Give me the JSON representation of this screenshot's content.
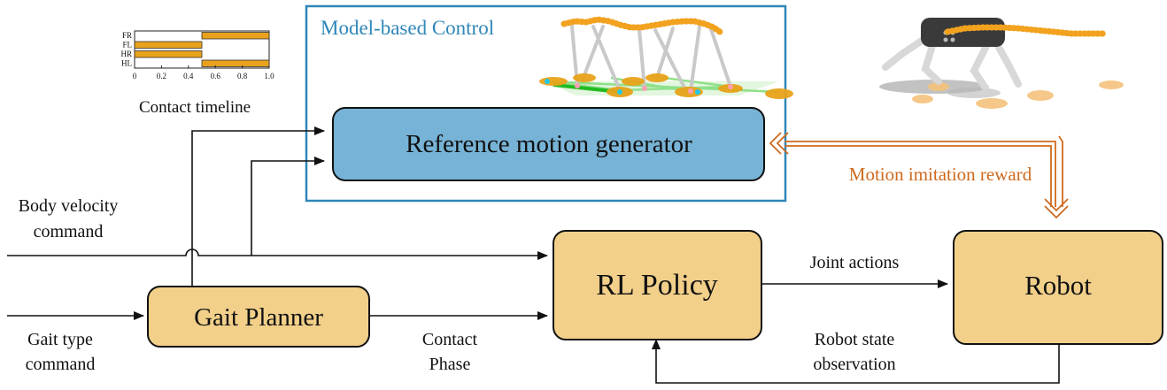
{
  "timeline": {
    "legs": [
      "FR",
      "FL",
      "HR",
      "HL"
    ],
    "ticks": [
      "0",
      "0.2",
      "0.4",
      "0.6",
      "0.8",
      "1.0"
    ],
    "stance": [
      [
        0.5,
        1.0
      ],
      [
        0.0,
        0.5
      ],
      [
        0.0,
        0.5
      ],
      [
        0.5,
        1.0
      ]
    ],
    "caption": "Contact timeline"
  },
  "mbc": {
    "title": "Model-based Control"
  },
  "blocks": {
    "ref_gen": "Reference motion generator",
    "rl_policy": "RL Policy",
    "robot": "Robot",
    "gait_planner": "Gait Planner"
  },
  "labels": {
    "body_velocity_1": "Body velocity",
    "body_velocity_2": "command",
    "gait_type_1": "Gait type",
    "gait_type_2": "command",
    "contact_1": "Contact",
    "contact_2": "Phase",
    "joint_actions": "Joint actions",
    "robot_state_1": "Robot state",
    "robot_state_2": "observation",
    "imitation_reward": "Motion imitation reward"
  },
  "colors": {
    "block_fill": "#f2d08a",
    "ref_fill": "#77b3d6",
    "frame": "#2f86b8",
    "title_blue": "#2f86b8",
    "reward": "#cf6a1e",
    "bar": "#e8a21c"
  }
}
